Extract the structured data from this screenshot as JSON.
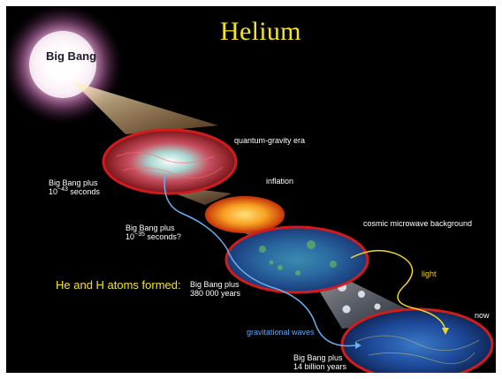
{
  "title": "Helium",
  "big_bang": "Big Bang",
  "labels": {
    "quantum_gravity_era": "quantum-gravity era",
    "inflation": "inflation",
    "cosmic_microwave_background": "cosmic microwave background",
    "light": "light",
    "now": "now",
    "gravitational_waves": "gravitational waves"
  },
  "annotations": {
    "he_h_formed": "He and H atoms formed:",
    "t1_line1": "Big Bang plus",
    "t1_base": "10",
    "t1_exp": "−43",
    "t1_unit": " seconds",
    "t2_line1": "Big Bang plus",
    "t2_base": "10",
    "t2_exp": "−35",
    "t2_unit": " seconds?",
    "t3_line1": "Big Bang plus",
    "t3_line2": "380 000 years",
    "t4_line1": "Big Bang plus",
    "t4_line2": "14 billion years"
  },
  "colors": {
    "title": "#f3e428",
    "he_label": "#f5e52a",
    "light": "#f3d52a",
    "gravitational_waves": "#5aa8f0",
    "rim": "#d21c1c"
  }
}
